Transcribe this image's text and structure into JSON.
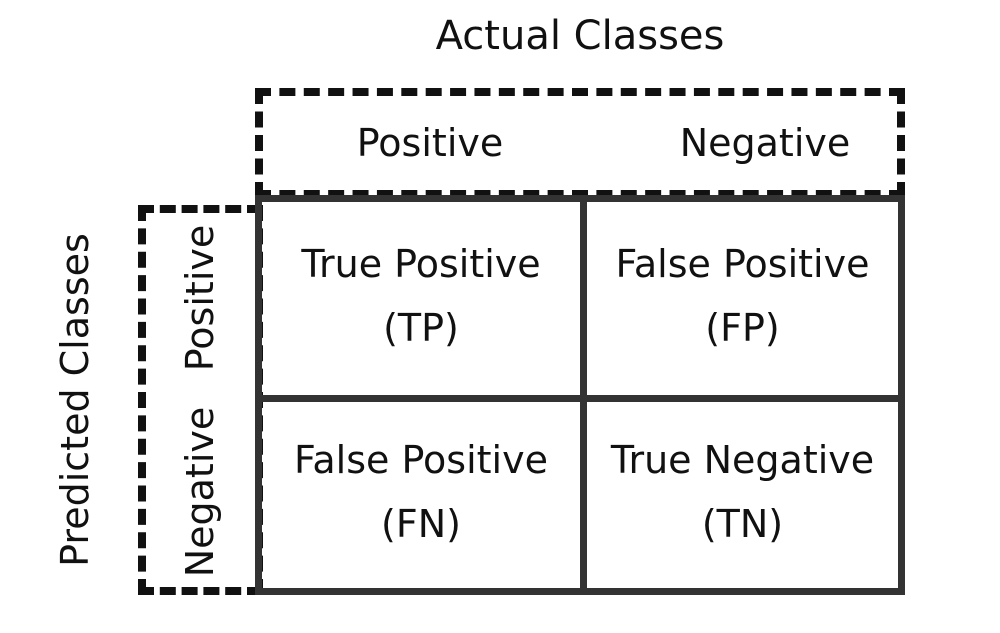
{
  "titles": {
    "actual": "Actual Classes",
    "predicted": "Predicted Classes"
  },
  "columns": [
    "Positive",
    "Negative"
  ],
  "rows": [
    "Positive",
    "Negative"
  ],
  "cells": [
    {
      "name": "True Positive",
      "abbr": "(TP)"
    },
    {
      "name": "False Positive",
      "abbr": "(FP)"
    },
    {
      "name": "False Positive",
      "abbr": "(FN)"
    },
    {
      "name": "True Negative",
      "abbr": "(TN)"
    }
  ],
  "colors": {
    "border": "#333333",
    "dashed_border": "#111111",
    "background": "#ffffff"
  }
}
